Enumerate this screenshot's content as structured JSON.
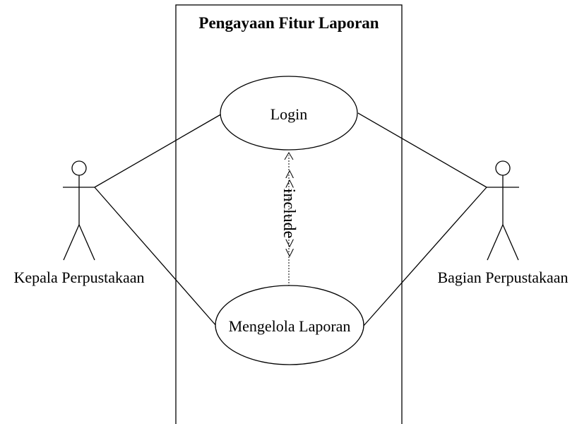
{
  "system": {
    "title": "Pengayaan Fitur Laporan"
  },
  "use_cases": {
    "login": "Login",
    "mengelola_laporan": "Mengelola Laporan"
  },
  "actors": {
    "left": "Kepala Perpustakaan",
    "right": "Bagian Perpustakaan"
  },
  "relationships": {
    "include_label": "<<include>>"
  },
  "colors": {
    "stroke": "#000000",
    "background": "#ffffff"
  }
}
